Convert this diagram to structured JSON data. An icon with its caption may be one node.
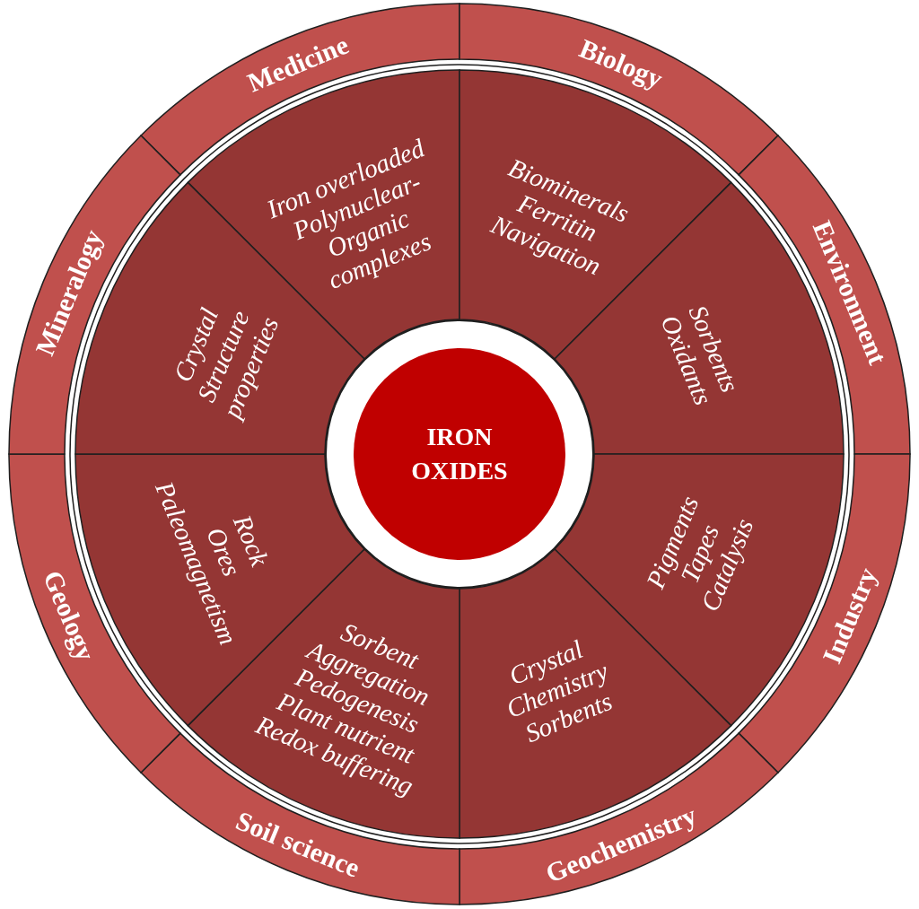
{
  "diagram": {
    "nodes": [
      {
        "text": [
          "IRON OXIDES"
        ]
      },
      {
        "text": [
          "Medicine"
        ]
      },
      {
        "text": [
          "Iron overloaded",
          "Polynuclear-",
          "Organic",
          "complexes"
        ]
      },
      {
        "text": [
          "Biology"
        ]
      },
      {
        "text": [
          "Biominerals",
          "Ferritin",
          "Navigation"
        ]
      },
      {
        "text": [
          "Environment"
        ]
      },
      {
        "text": [
          "Sorbents",
          "Oxidants"
        ]
      },
      {
        "text": [
          "Industry"
        ]
      },
      {
        "text": [
          "Pigments",
          "Tapes",
          "Catalysis"
        ]
      },
      {
        "text": [
          "Geochemistry"
        ]
      },
      {
        "text": [
          "Crystal",
          "Chemistry",
          "Sorbents"
        ]
      },
      {
        "text": [
          "Soil science"
        ]
      },
      {
        "text": [
          "Sorbent",
          "Aggregation",
          "Pedogenesis",
          "Plant nutrient",
          "Redox buffering"
        ]
      },
      {
        "text": [
          "Geology"
        ]
      },
      {
        "text": [
          "Rock",
          "Ores",
          "Paleomagnetism"
        ]
      },
      {
        "text": [
          "Mineralogy"
        ]
      },
      {
        "text": [
          "Crystal",
          "Structure",
          "properties"
        ]
      }
    ]
  }
}
